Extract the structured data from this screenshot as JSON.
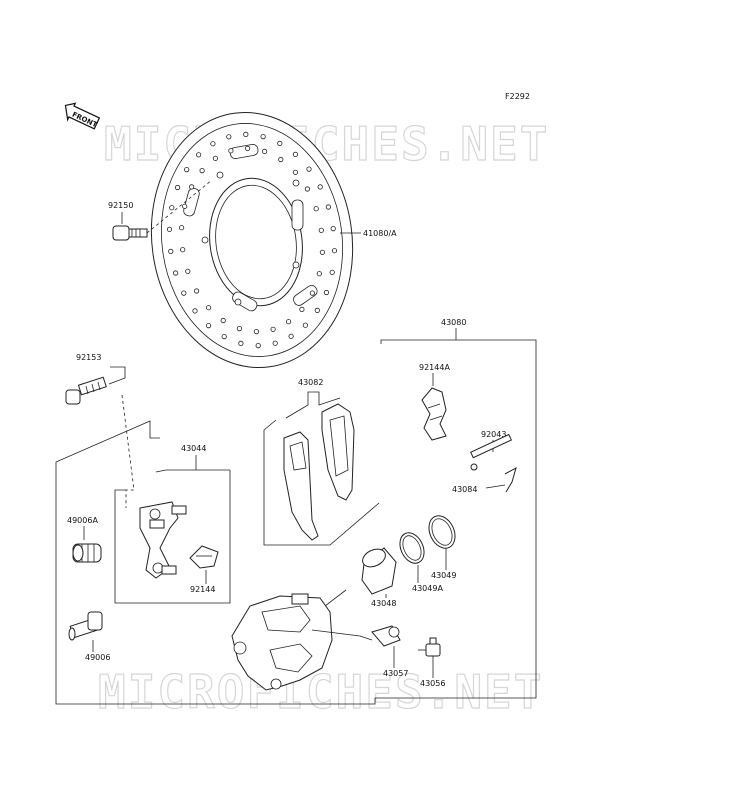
{
  "figure_code": "F2292",
  "front_badge": "FRONT",
  "watermark": "MICROFICHES.NET",
  "labels": {
    "p92150": "92150",
    "p41080": "41080/A",
    "p43080": "43080",
    "p92153": "92153",
    "p43082": "43082",
    "p92144A": "92144A",
    "p43044": "43044",
    "p92043": "92043",
    "p43084": "43084",
    "p49006A": "49006A",
    "p92144": "92144",
    "p43049": "43049",
    "p43049A": "43049A",
    "p43048": "43048",
    "p49006": "49006",
    "p43057": "43057",
    "p43056": "43056"
  }
}
